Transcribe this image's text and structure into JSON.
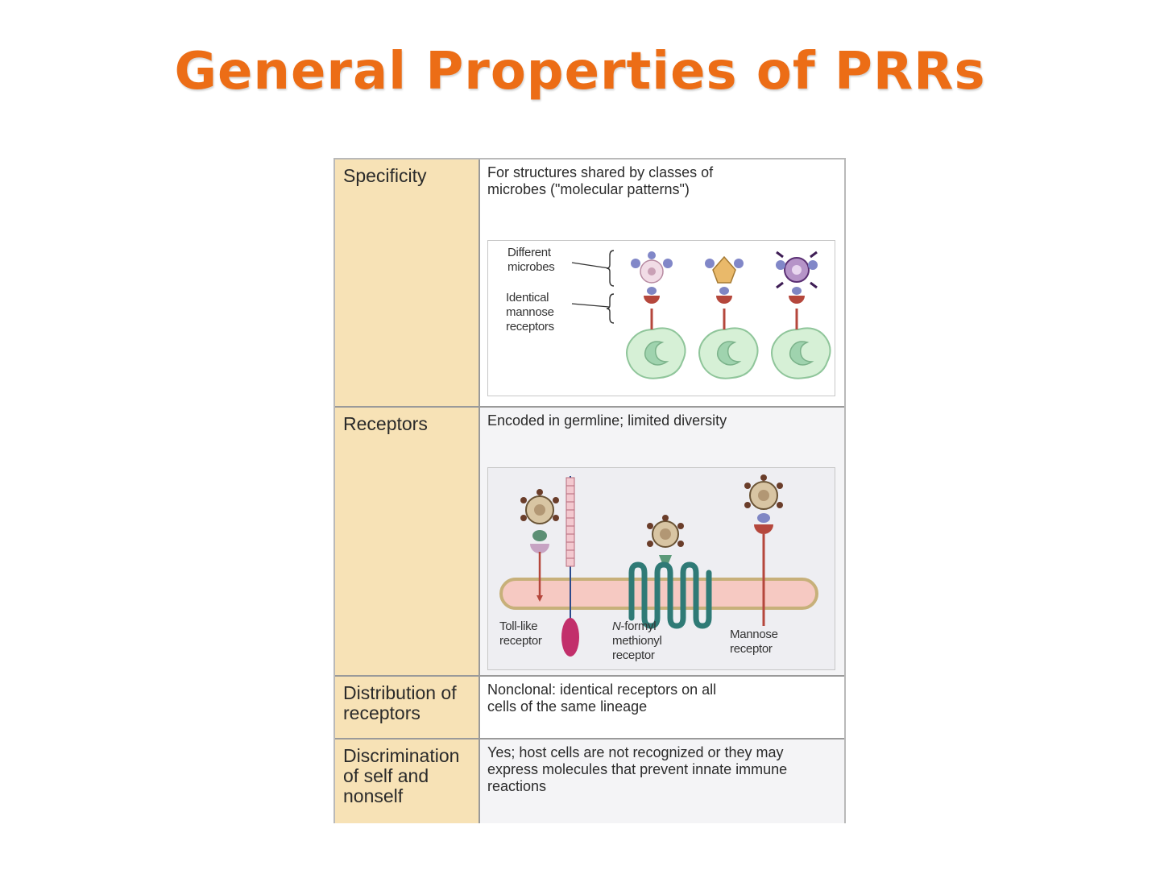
{
  "title": "General Properties of PRRs",
  "table": {
    "rows": [
      {
        "label": "Specificity",
        "content": "For structures shared by classes of microbes (\"molecular patterns\")",
        "figure": {
          "labels": {
            "different_microbes": "Different microbes",
            "identical_receptors": "Identical mannose receptors"
          }
        }
      },
      {
        "label": "Receptors",
        "content": "Encoded in germline; limited diversity",
        "figure": {
          "labels": {
            "toll_like": "Toll-like receptor",
            "n_formyl_italic": "N",
            "n_formyl_rest": "-formyl methionyl receptor",
            "mannose": "Mannose receptor"
          }
        }
      },
      {
        "label": "Distribution of receptors",
        "content": "Nonclonal: identical receptors on all cells of the same lineage"
      },
      {
        "label": "Discrimination of self and nonself",
        "content": "Yes; host cells are not recognized or they may express molecules that prevent innate immune reactions"
      }
    ]
  },
  "colors": {
    "title": "#ec6d16",
    "label_bg": "#f7e2b6",
    "cell_body": "#d6f0d6",
    "receptor": "#b5473c",
    "membrane": "#f6c9c2",
    "serpentine": "#2f7a76",
    "tlr_tail": "#c22f6b"
  }
}
